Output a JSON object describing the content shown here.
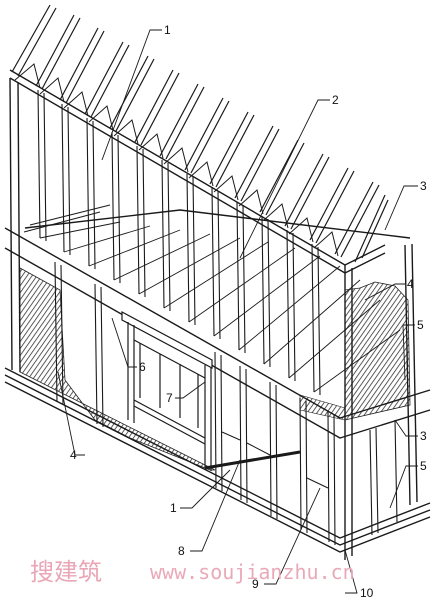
{
  "callouts": [
    {
      "id": "c1a",
      "text": "1"
    },
    {
      "id": "c2",
      "text": "2"
    },
    {
      "id": "c3a",
      "text": "3"
    },
    {
      "id": "c4a",
      "text": "4"
    },
    {
      "id": "c5a",
      "text": "5"
    },
    {
      "id": "c6",
      "text": "6"
    },
    {
      "id": "c7",
      "text": "7"
    },
    {
      "id": "c4b",
      "text": "4"
    },
    {
      "id": "c3b",
      "text": "3"
    },
    {
      "id": "c5b",
      "text": "5"
    },
    {
      "id": "c1b",
      "text": "1"
    },
    {
      "id": "c8",
      "text": "8"
    },
    {
      "id": "c9",
      "text": "9"
    },
    {
      "id": "c10",
      "text": "10"
    }
  ],
  "watermark": {
    "site": "搜建筑",
    "url": "www.soujianzhu.cn"
  },
  "colors": {
    "line": "#1a1a1a",
    "hatch": "#333333",
    "watermark": "#e9a6b6"
  }
}
